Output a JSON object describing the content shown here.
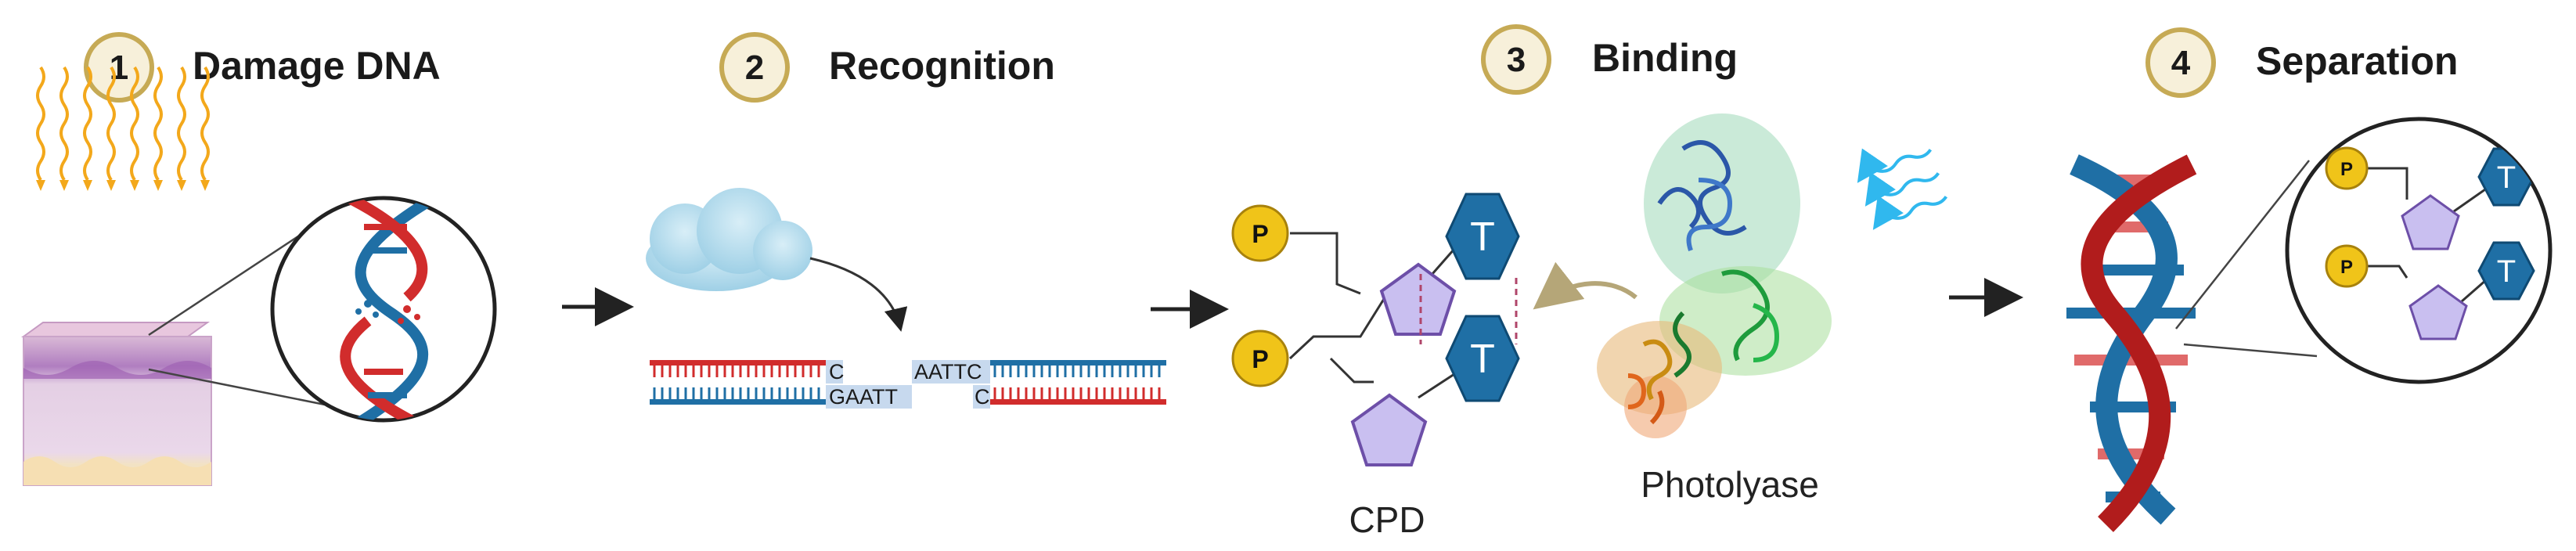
{
  "steps": [
    {
      "number": "1",
      "title": "Damage DNA"
    },
    {
      "number": "2",
      "title": "Recognition"
    },
    {
      "number": "3",
      "title": "Binding"
    },
    {
      "number": "4",
      "title": "Separation"
    }
  ],
  "recognition": {
    "seq_top_left": "C",
    "seq_bottom_left": "GAATT",
    "seq_top_right": "AATTC",
    "seq_bottom_right": "C"
  },
  "binding": {
    "base_label": "T",
    "phosphate_label": "P",
    "cpd_caption": "CPD",
    "enzyme_caption": "Photolyase"
  },
  "separation": {
    "base_label": "T",
    "phosphate_label": "P"
  },
  "colors": {
    "badge_fill": "#f7f0da",
    "badge_ring": "#c6aa55",
    "dna_red": "#d12c2c",
    "dna_blue": "#1f6fa5",
    "base_hex": "#1f6fa5",
    "sugar": "#c9bff0",
    "phosphate": "#f0c419",
    "uv": "#f3a81b",
    "light": "#30b8ee"
  }
}
